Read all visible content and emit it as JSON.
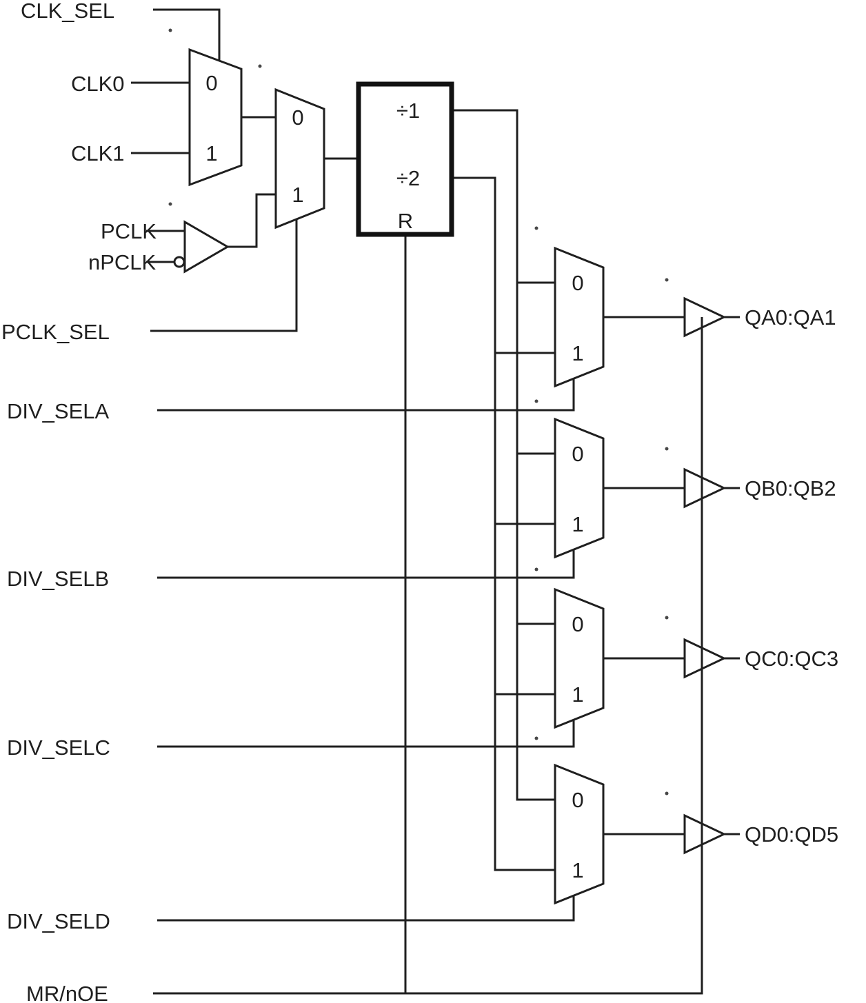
{
  "diagram": {
    "inputs": {
      "clk_sel": "CLK_SEL",
      "clk0": "CLK0",
      "clk1": "CLK1",
      "pclk": "PCLK",
      "npclk": "nPCLK",
      "pclk_sel": "PCLK_SEL",
      "div_sela": "DIV_SELA",
      "div_selb": "DIV_SELB",
      "div_selc": "DIV_SELC",
      "div_seld": "DIV_SELD",
      "mr_noe": "MR/nOE"
    },
    "outputs": {
      "qa": "QA0:QA1",
      "qb": "QB0:QB2",
      "qc": "QC0:QC3",
      "qd": "QD0:QD5"
    },
    "divider_block": {
      "div_by_1": "÷1",
      "div_by_2": "÷2",
      "reset": "R"
    },
    "mux_labels": {
      "in0": "0",
      "in1": "1"
    },
    "colors": {
      "line": "#1f1f1f",
      "background": "#ffffff"
    }
  }
}
